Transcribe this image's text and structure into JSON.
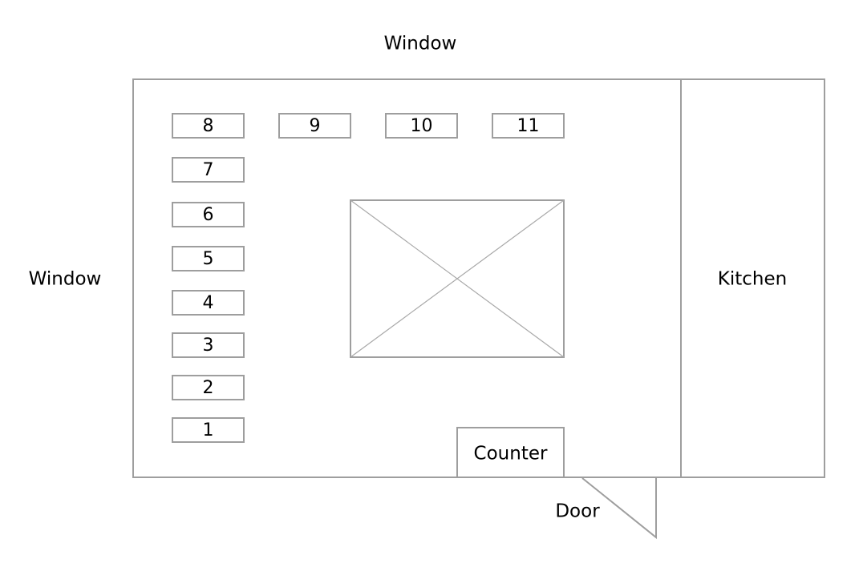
{
  "labels": {
    "window_top": "Window",
    "window_left": "Window",
    "kitchen": "Kitchen",
    "counter": "Counter",
    "door": "Door"
  },
  "tables": [
    "1",
    "2",
    "3",
    "4",
    "5",
    "6",
    "7",
    "8",
    "9",
    "10",
    "11"
  ],
  "colors": {
    "line": "#9e9e9e",
    "text": "#000000"
  }
}
